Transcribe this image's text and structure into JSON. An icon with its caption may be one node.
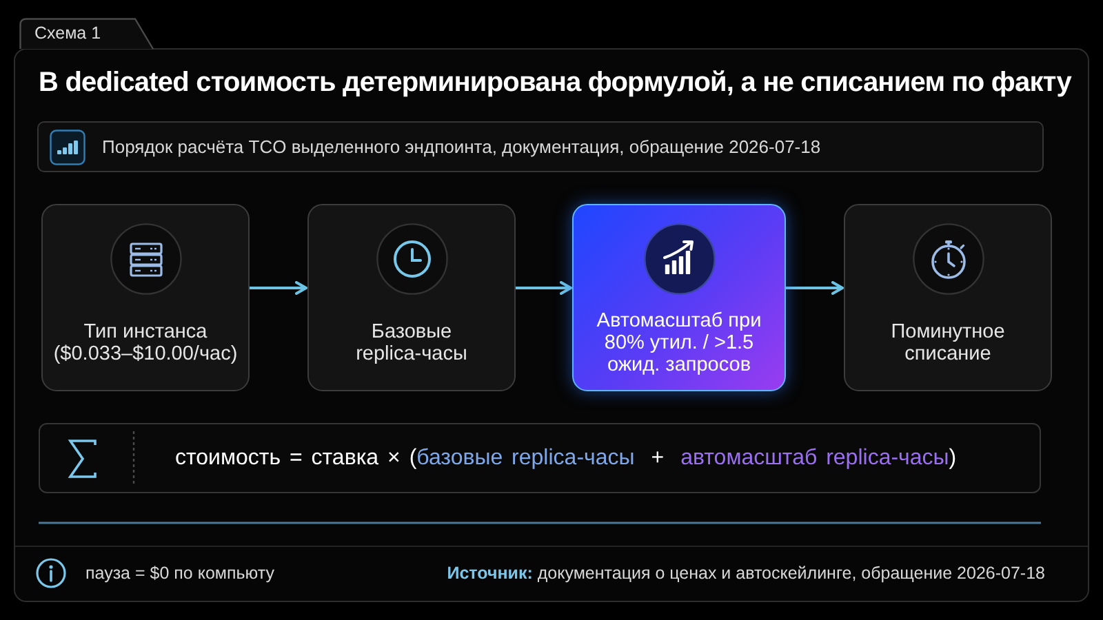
{
  "diagram": {
    "title": "В dedicated стоимость детерминирована формулой, а не списанием по факту",
    "nodes": [
      {
        "text": [
          "Тип инстанса ($0.033–$10.00/час)"
        ]
      },
      {
        "text": [
          "Базовые replica-часы"
        ]
      },
      {
        "text": [
          "Автомасштаб при 80% утил. / >1.5 ожид. запросов"
        ]
      },
      {
        "text": [
          "Поминутное списание"
        ]
      }
    ],
    "edges": [
      {
        "from": 0,
        "to": 1,
        "arrow": "to"
      },
      {
        "from": 1,
        "to": 2,
        "arrow": "to"
      },
      {
        "from": 2,
        "to": 3,
        "arrow": "to"
      }
    ],
    "labels": [
      "Схема 1",
      "Порядок расчёта TCO выделенного эндпоинта, документация, обращение 2026-07-18",
      "стоимость = ставка × (",
      "базовые replica-часы",
      "+",
      "автомасштаб replica-часы",
      ")",
      "пауза = $0 по компьюту",
      "**Источник:** документация о ценах и автоскейлинге, обращение 2026-07-18"
    ]
  }
}
